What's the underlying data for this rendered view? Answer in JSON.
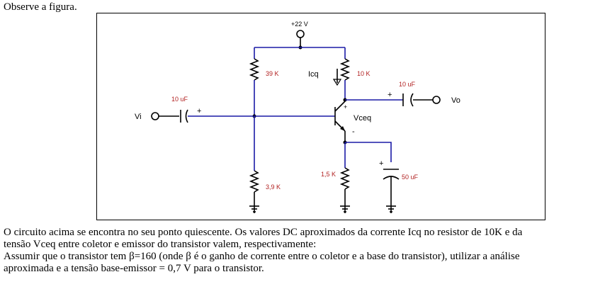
{
  "header": {
    "text": "Observe a figura."
  },
  "circuit": {
    "supply_label": "+22 V",
    "r1_label": "39 K",
    "r2_label": "3,9 K",
    "rc_label": "10 K",
    "re_label": "1,5 K",
    "icq_label": "Icq",
    "c_in_label": "10 uF",
    "c_out_label": "10 uF",
    "c_e_label": "50 uF",
    "vi_label": "Vi",
    "vo_label": "Vo",
    "vceq_label": "Vceq",
    "plus": "+",
    "minus": "-"
  },
  "question": {
    "line1": "O circuito acima se encontra no seu ponto quiescente. Os valores DC aproximados da corrente  Icq no resistor de 10K e  da",
    "line2": "tensão Vceq entre coletor e emissor do transistor valem, respectivamente:",
    "line3": "Assumir que o transistor tem  β=160 (onde β é  o ganho de corrente entre o coletor e a base do transistor), utilizar a análise",
    "line4": "aproximada e a tensão base-emissor = 0,7 V para o transistor."
  }
}
